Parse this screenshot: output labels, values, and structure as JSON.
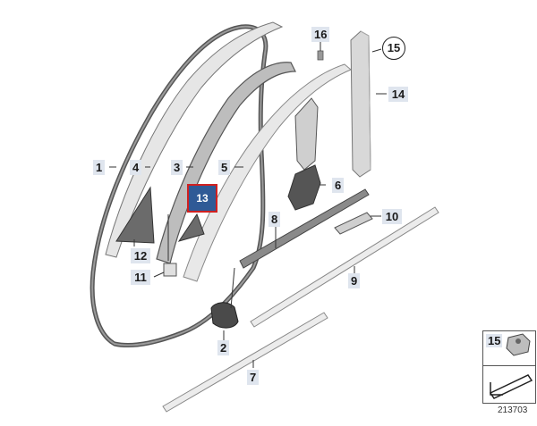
{
  "diagram": {
    "labels": {
      "l1": "1",
      "l2": "2",
      "l3": "3",
      "l4": "4",
      "l5": "5",
      "l6": "6",
      "l7": "7",
      "l8": "8",
      "l9": "9",
      "l10": "10",
      "l11": "11",
      "l12": "12",
      "l13": "13",
      "l14": "14",
      "l15": "15",
      "l16": "16"
    },
    "legend_number": "15",
    "reference": "213703",
    "colors": {
      "label_bg": "#dfe5ee",
      "selected_bg": "#2f5a96",
      "selected_border": "#d02020"
    }
  }
}
